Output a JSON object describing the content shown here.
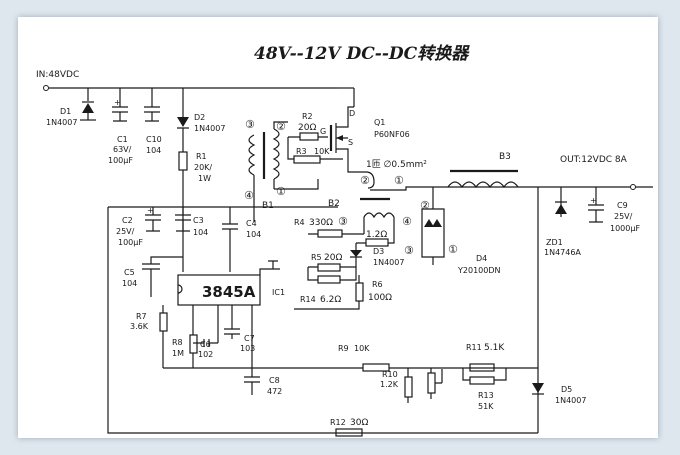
{
  "title": "48V--12V  DC--DC转换器",
  "input_label": "IN:48VDC",
  "output_label": "OUT:12VDC  8A",
  "ic": {
    "part": "3845A",
    "ref": "IC1"
  },
  "components": {
    "D1": {
      "ref": "D1",
      "value": "1N4007"
    },
    "C1": {
      "ref": "C1",
      "value1": "63V/",
      "value2": "100μF"
    },
    "C10": {
      "ref": "C10",
      "value": "104"
    },
    "D2": {
      "ref": "D2",
      "value": "1N4007"
    },
    "R1": {
      "ref": "R1",
      "value1": "20K/",
      "value2": "1W"
    },
    "R2": {
      "ref": "R2",
      "value": "20Ω"
    },
    "R3": {
      "ref": "R3",
      "value": "10K"
    },
    "Q1": {
      "ref": "Q1",
      "value": "P60NF06"
    },
    "B1": {
      "ref": "B1"
    },
    "B2": {
      "ref": "B2"
    },
    "B3": {
      "ref": "B3"
    },
    "C2": {
      "ref": "C2",
      "value1": "25V/",
      "value2": "100μF"
    },
    "C3": {
      "ref": "C3",
      "value": "104"
    },
    "C4": {
      "ref": "C4",
      "value": "104"
    },
    "R4": {
      "ref": "R4",
      "value": "330Ω"
    },
    "R4b": {
      "value": "1.2Ω"
    },
    "R5": {
      "ref": "R5",
      "value": "20Ω"
    },
    "D3": {
      "ref": "D3",
      "value": "1N4007"
    },
    "R6": {
      "ref": "R6",
      "value": "100Ω"
    },
    "R14": {
      "ref": "R14",
      "value": "6.2Ω"
    },
    "D4": {
      "ref": "D4",
      "value": "Y20100DN"
    },
    "C5": {
      "ref": "C5",
      "value": "104"
    },
    "R7": {
      "ref": "R7",
      "value": "3.6K"
    },
    "R8": {
      "ref": "R8",
      "value": "1M"
    },
    "C6": {
      "ref": "C6",
      "value": "102"
    },
    "C7": {
      "ref": "C7",
      "value": "103"
    },
    "C8": {
      "ref": "C8",
      "value": "472"
    },
    "R9": {
      "ref": "R9",
      "value": "10K"
    },
    "R10": {
      "ref": "R10",
      "value": "1.2K"
    },
    "R11": {
      "ref": "R11",
      "value": "5.1K"
    },
    "R13": {
      "ref": "R13",
      "value": "51K"
    },
    "D5": {
      "ref": "D5",
      "value": "1N4007"
    },
    "R12": {
      "ref": "R12",
      "value": "30Ω"
    },
    "ZD1": {
      "ref": "ZD1",
      "value": "1N4746A"
    },
    "C9": {
      "ref": "C9",
      "value1": "25V/",
      "value2": "1000μF"
    }
  },
  "winding_note": "1匝 ∅0.5mm²",
  "pins": {
    "one": "①",
    "two": "②",
    "three": "③",
    "four": "④"
  },
  "mosfet_pins": {
    "d": "D",
    "g": "G",
    "s": "S"
  }
}
